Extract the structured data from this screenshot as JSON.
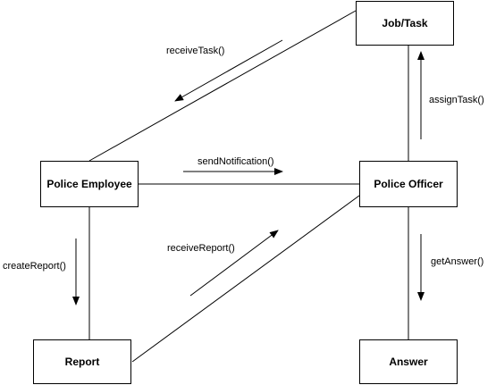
{
  "nodes": {
    "job_task": "Job/Task",
    "police_employee": "Police Employee",
    "police_officer": "Police Officer",
    "report": "Report",
    "answer": "Answer"
  },
  "messages": {
    "receive_task": "receiveTask()",
    "send_notification": "sendNotification()",
    "assign_task": "assignTask()",
    "create_report": "createReport()",
    "receive_report": "receiveReport()",
    "get_answer": "getAnswer()"
  }
}
